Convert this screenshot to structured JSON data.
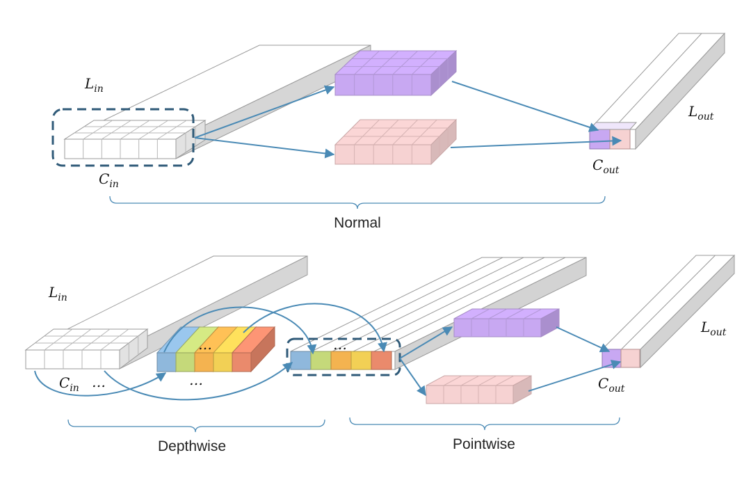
{
  "normal_section": {
    "caption": "Normal",
    "input_length_label": {
      "base": "L",
      "sub": "in"
    },
    "input_channels_label": {
      "base": "C",
      "sub": "in"
    },
    "output_length_label": {
      "base": "L",
      "sub": "out"
    },
    "output_channels_label": {
      "base": "C",
      "sub": "out"
    }
  },
  "depthwise_section": {
    "caption": "Depthwise",
    "input_length_label": {
      "base": "L",
      "sub": "in"
    },
    "input_channels_label": {
      "base": "C",
      "sub": "in"
    },
    "ellipsis": "…"
  },
  "pointwise_section": {
    "caption": "Pointwise",
    "output_length_label": {
      "base": "L",
      "sub": "out"
    },
    "output_channels_label": {
      "base": "C",
      "sub": "out"
    }
  },
  "colors": {
    "arrow": "#4a8ab5",
    "dashed_box": "#2f5a78",
    "kernel_purple": "#c8a8f2",
    "kernel_pink": "#f6d2d2",
    "depthwise_channel_colors": [
      "#8fb8dc",
      "#c5d97a",
      "#f4b350",
      "#f2d055",
      "#ea8a6c"
    ]
  }
}
